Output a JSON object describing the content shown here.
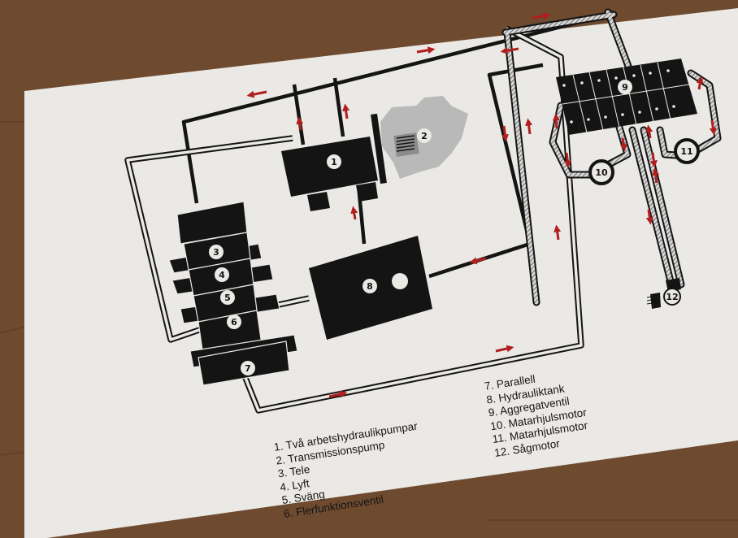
{
  "components": {
    "c1": "1",
    "c2": "2",
    "c3": "3",
    "c4": "4",
    "c5": "5",
    "c6": "6",
    "c7": "7",
    "c8": "8",
    "c9": "9",
    "c10": "10",
    "c11": "11",
    "c12": "12"
  },
  "legend": {
    "col1": [
      "1. Två arbetshydraulikpumpar",
      "2. Transmissionspump",
      "3. Tele",
      "4. Lyft",
      "5. Sväng",
      "6. Flerfunktionsventil"
    ],
    "col2": [
      "7. Parallell",
      "8. Hydrauliktank",
      "9. Aggregatventil",
      "10. Matarhjulsmotor",
      "11. Matarhjulsmotor",
      "12. Sågmotor"
    ]
  },
  "colors": {
    "table": "#6f4a2e",
    "paper": "#ebe9e5",
    "ink": "#141414",
    "arrow": "#b01e1e",
    "pump2": "#b9b9b9"
  }
}
